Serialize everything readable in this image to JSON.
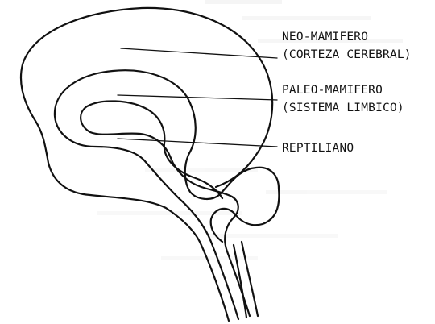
{
  "labels": {
    "neo_line1": "NEO-MAMIFERO",
    "neo_line2": "(CORTEZA CEREBRAL)",
    "paleo_line1": "PALEO-MAMIFERO",
    "paleo_line2": "(SISTEMA LIMBICO)",
    "reptilian": "REPTILIANO"
  },
  "colors": {
    "ink": "#111111",
    "background": "#ffffff"
  }
}
